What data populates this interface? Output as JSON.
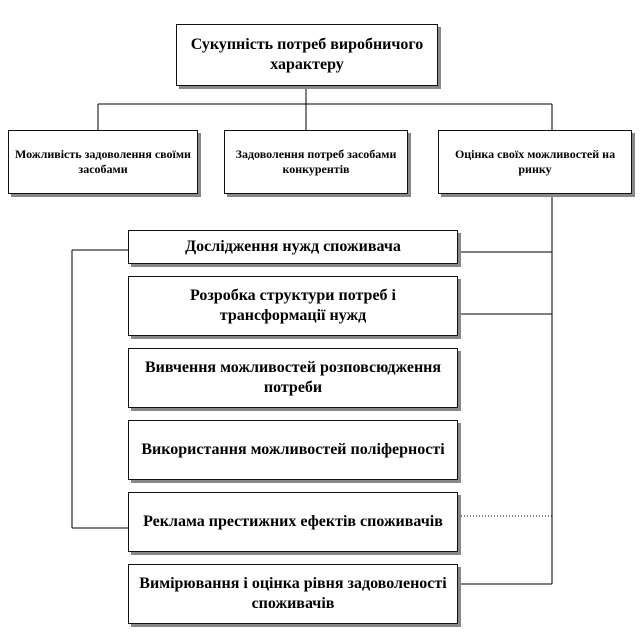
{
  "diagram": {
    "root": "Сукупність потреб виробничого характеру",
    "branches": [
      "Можливість задоволення своїми засобами",
      "Задоволення потреб засобами конкурентів",
      "Оцінка своїх можливостей на ринку"
    ],
    "steps": [
      "Дослідження нужд споживача",
      "Розробка структури потреб і трансформації нужд",
      "Вивчення можливостей розповсюдження потреби",
      "Використання можливостей поліферності",
      "Реклама престижних ефектів споживачів",
      "Вимірювання і оцінка рівня задоволеності споживачів"
    ]
  }
}
